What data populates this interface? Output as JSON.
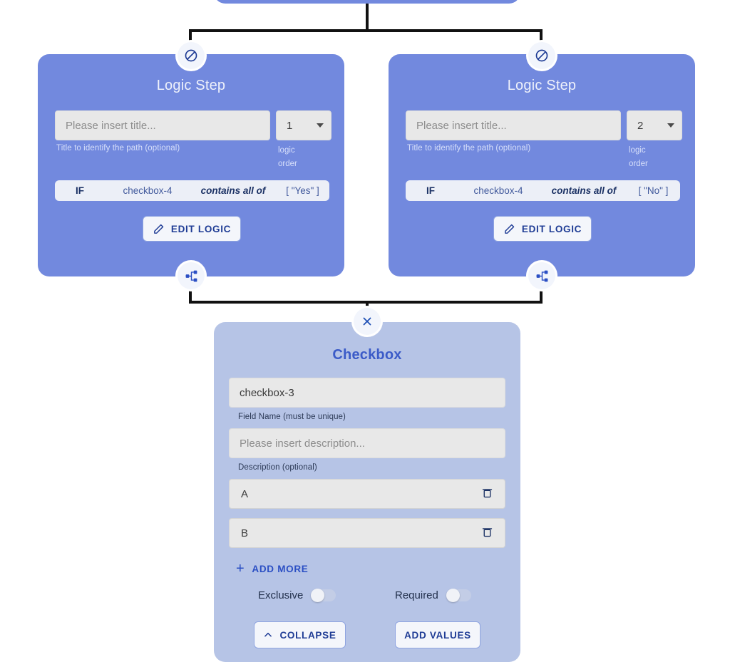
{
  "diagram": {
    "badges": {
      "block_icon": "no-entry-icon",
      "branch_icon": "branch-node-icon",
      "close_icon": "close-icon"
    }
  },
  "logic_steps": [
    {
      "title": "Logic Step",
      "title_input_placeholder": "Please insert title...",
      "title_helper": "Title to identify the path (optional)",
      "order_value": "1",
      "order_label_line1": "logic",
      "order_label_line2": "order",
      "condition": {
        "keyword": "IF",
        "field": "checkbox-4",
        "operator": "contains all of",
        "value": "[ \"Yes\" ]"
      },
      "edit_button": "EDIT LOGIC"
    },
    {
      "title": "Logic Step",
      "title_input_placeholder": "Please insert title...",
      "title_helper": "Title to identify the path (optional)",
      "order_value": "2",
      "order_label_line1": "logic",
      "order_label_line2": "order",
      "condition": {
        "keyword": "IF",
        "field": "checkbox-4",
        "operator": "contains all of",
        "value": "[ \"No\" ]"
      },
      "edit_button": "EDIT LOGIC"
    }
  ],
  "field_card": {
    "title": "Checkbox",
    "field_name_value": "checkbox-3",
    "field_name_helper": "Field Name (must be unique)",
    "description_placeholder": "Please insert description...",
    "description_helper": "Description (optional)",
    "options": [
      {
        "value": "A",
        "delete_icon": "trash-icon"
      },
      {
        "value": "B",
        "delete_icon": "trash-icon"
      }
    ],
    "add_more_label": "ADD MORE",
    "toggles": [
      {
        "label": "Exclusive",
        "state": "off"
      },
      {
        "label": "Required",
        "state": "off"
      }
    ],
    "collapse_button": "COLLAPSE",
    "add_values_button": "ADD VALUES"
  },
  "colors": {
    "logic_card": "#7289de",
    "field_card": "#b6c4e6",
    "accent_blue": "#2b4fc4",
    "title_blue": "#3b5bc8",
    "input_grey": "#e8e8e8",
    "line": "#111111"
  }
}
